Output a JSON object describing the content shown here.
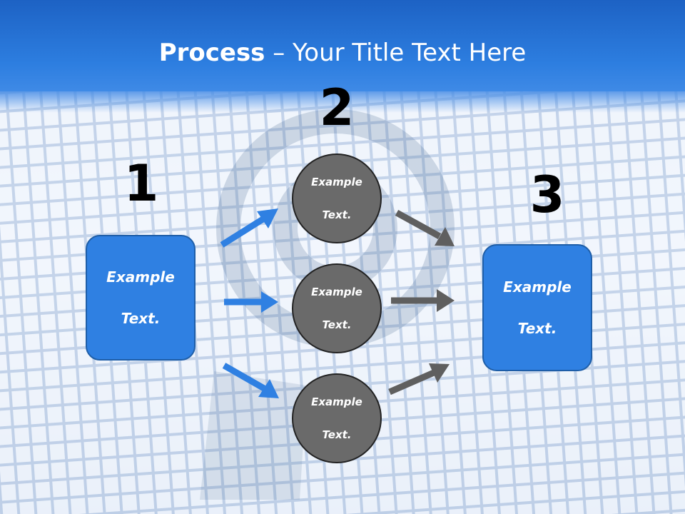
{
  "title": {
    "bold": "Process",
    "rest": " – Your Title Text Here"
  },
  "steps": [
    "1",
    "2",
    "3"
  ],
  "left_box": {
    "line1": "Example",
    "line2": "Text."
  },
  "right_box": {
    "line1": "Example",
    "line2": "Text."
  },
  "circles": [
    {
      "line1": "Example",
      "line2": "Text."
    },
    {
      "line1": "Example",
      "line2": "Text."
    },
    {
      "line1": "Example",
      "line2": "Text."
    }
  ],
  "colors": {
    "title_bar": "#2d7ee0",
    "box_fill": "#2f80e2",
    "circle_fill": "#6a6a6a",
    "blue_arrow": "#2f80e2",
    "gray_arrow": "#5f5f5f"
  }
}
